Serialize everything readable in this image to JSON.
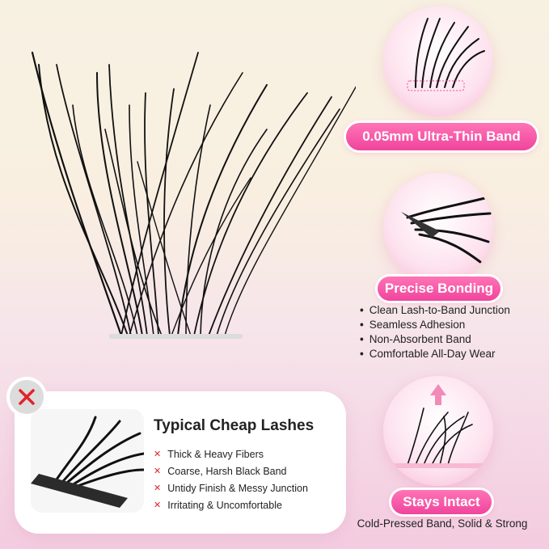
{
  "features": [
    {
      "label": "0.05mm Ultra-Thin Band"
    },
    {
      "label": "Precise Bonding",
      "bullets": [
        "Clean Lash-to-Band Junction",
        "Seamless Adhesion",
        "Non-Absorbent Band",
        "Comfortable All-Day Wear"
      ]
    },
    {
      "label": "Stays Intact",
      "caption": "Cold-Pressed Band, Solid & Strong"
    }
  ],
  "comparison": {
    "title": "Typical Cheap Lashes",
    "items": [
      "Thick & Heavy Fibers",
      "Coarse, Harsh Black Band",
      "Untidy Finish & Messy Junction",
      "Irritating & Uncomfortable"
    ],
    "badge_icon": "x-icon",
    "item_icon": "x-icon"
  },
  "colors": {
    "accent_pink": "#f0449d",
    "x_red": "#e0242b"
  }
}
